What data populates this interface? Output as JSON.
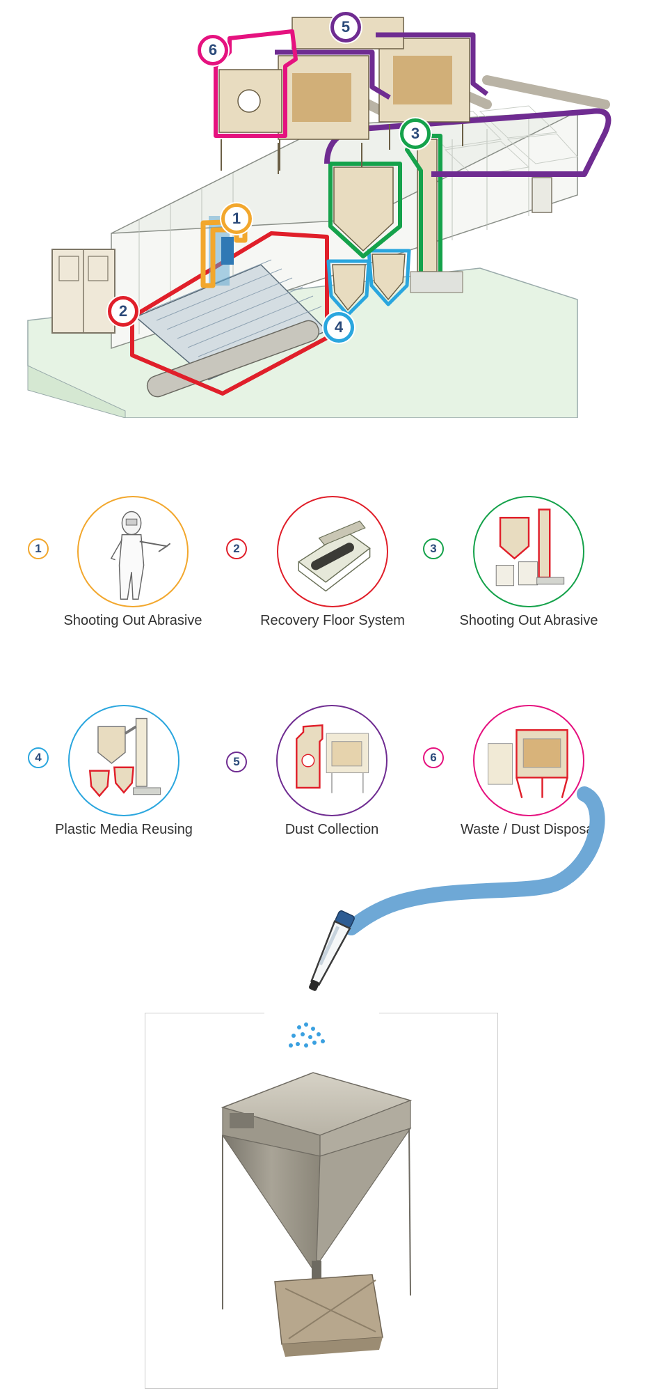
{
  "colors": {
    "step1": "#f2a72d",
    "step2": "#e01f2a",
    "step3": "#15a24b",
    "step4": "#2aa6de",
    "step5": "#6f2c91",
    "step6": "#e5127f",
    "hose": "#6ea8d6",
    "number_text": "#2b4a7a"
  },
  "diagram": {
    "callouts": [
      {
        "number": "1"
      },
      {
        "number": "2"
      },
      {
        "number": "3"
      },
      {
        "number": "4"
      },
      {
        "number": "5"
      },
      {
        "number": "6"
      }
    ]
  },
  "steps": [
    {
      "number": "1",
      "label": "Shooting Out Abrasive",
      "icon": "blaster-person-icon"
    },
    {
      "number": "2",
      "label": "Recovery Floor System",
      "icon": "recovery-floor-icon"
    },
    {
      "number": "3",
      "label": "Shooting Out Abrasive",
      "icon": "abrasive-separator-icon"
    },
    {
      "number": "4",
      "label": "Plastic Media Reusing",
      "icon": "media-hopper-icon"
    },
    {
      "number": "5",
      "label": "Dust Collection",
      "icon": "dust-collector-icon"
    },
    {
      "number": "6",
      "label": "Waste / Dust Disposal",
      "icon": "waste-disposal-icon"
    }
  ],
  "disposal": {
    "icon": "waste-hopper-icon",
    "nozzle_icon": "hose-nozzle-icon"
  }
}
